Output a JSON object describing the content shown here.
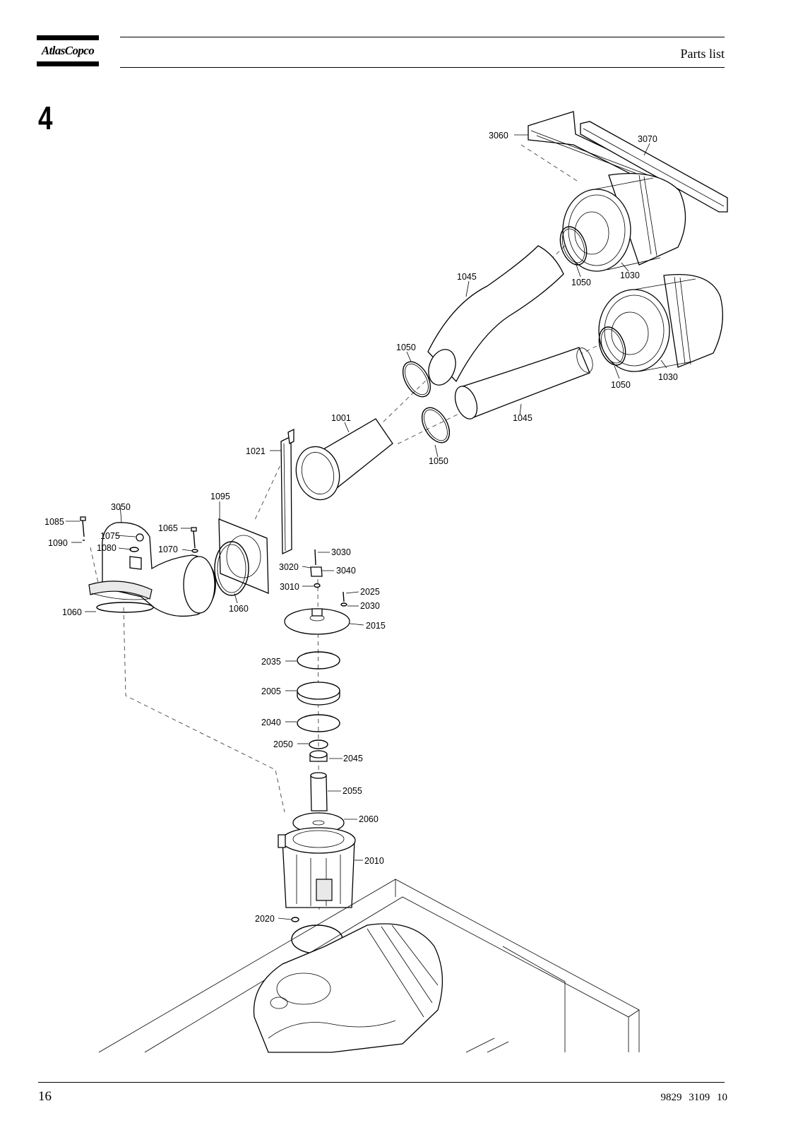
{
  "header": {
    "brand": "AtlasCopco",
    "title": "Parts list"
  },
  "section": {
    "number": "4"
  },
  "callouts": [
    "3060",
    "3070",
    "1045",
    "1050",
    "1030",
    "1050",
    "1050",
    "1030",
    "1001",
    "1045",
    "1021",
    "1050",
    "1095",
    "3050",
    "1085",
    "1075",
    "1090",
    "1080",
    "1065",
    "1070",
    "1060",
    "1060",
    "3030",
    "3020",
    "3040",
    "3010",
    "2025",
    "2030",
    "2015",
    "2035",
    "2005",
    "2040",
    "2050",
    "2045",
    "2055",
    "2060",
    "2010",
    "2020"
  ],
  "footer": {
    "page_number": "16",
    "document_number": "9829 3109 10"
  }
}
